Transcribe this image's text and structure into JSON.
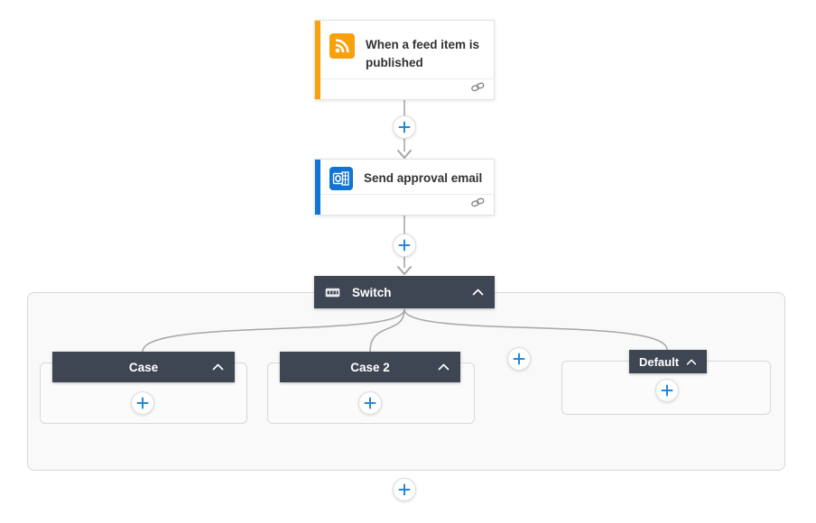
{
  "flow": {
    "trigger": {
      "title": "When a feed item is published",
      "icon": "rss-icon",
      "accent_color": "#F8A10B"
    },
    "action": {
      "title": "Send approval email",
      "icon": "outlook-icon",
      "accent_color": "#1075D2"
    },
    "switch": {
      "label": "Switch",
      "icon": "switch-icon",
      "header_color": "#3F4653",
      "branches": [
        {
          "label": "Case"
        },
        {
          "label": "Case 2"
        },
        {
          "label": "Default"
        }
      ]
    }
  },
  "colors": {
    "plus_icon": "#2488D8",
    "connector": "#A6A6A6",
    "card_border": "#E3E3E3",
    "scope_background": "#F9F9F9",
    "scope_border": "#D8D8D8",
    "dark_header": "#3F4653"
  }
}
